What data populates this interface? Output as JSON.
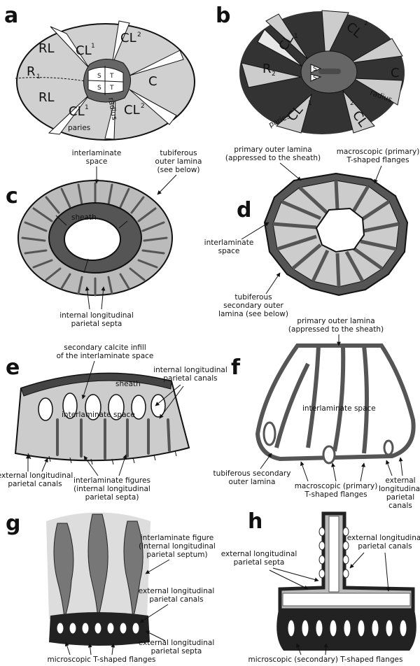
{
  "panels": {
    "a": {
      "letter": "a",
      "plates": [
        "CL",
        "1",
        "CL",
        "2",
        "RL",
        "R",
        "1",
        "RL",
        "C",
        "CL",
        "1",
        "CL",
        "2"
      ],
      "s1": "S",
      "s2": "S",
      "t1": "T",
      "t2": "T",
      "radius": "radius",
      "paries": "paries"
    },
    "b": {
      "letter": "b",
      "cl1": "CL",
      "cl1s": "1",
      "cl2": "CL",
      "cl2s": "2",
      "r2": "R",
      "r2s": "2",
      "c": "C",
      "radius": "radius",
      "cl1b": "CL",
      "cl1bs": "1",
      "cl2b": "CL",
      "cl2bs": "2",
      "paries": "paries",
      "s1": "S",
      "s2": "S"
    },
    "c": {
      "letter": "c",
      "sheath": "sheath",
      "interlaminate": [
        "interlaminate",
        "space"
      ],
      "tubiferous": [
        "tubiferous",
        "outer lamina",
        "(see below)"
      ],
      "septa": [
        "internal longitudinal",
        "parietal septa"
      ]
    },
    "d": {
      "letter": "d",
      "primary": [
        "primary outer lamina",
        "(appressed to the sheath)"
      ],
      "flanges": [
        "macroscopic (primary)",
        "T-shaped flanges"
      ],
      "interlaminate": [
        "interlaminate",
        "space"
      ],
      "tubiferous": [
        "tubiferous",
        "secondary outer",
        "lamina (see below)"
      ]
    },
    "e": {
      "letter": "e",
      "infill": [
        "secondary calcite infill",
        "of the interlaminate space"
      ],
      "canals": [
        "internal longitudinal",
        "parietal canals"
      ],
      "sheath": "sheath",
      "space": "interlaminate space",
      "external": [
        "external longitudinal",
        "parietal canals"
      ],
      "figures": [
        "interlaminate figures",
        "(internal longitudinal",
        "parietal septa)"
      ]
    },
    "f": {
      "letter": "f",
      "primary": [
        "primary outer lamina",
        "(appressed to the sheath)"
      ],
      "space": "interlaminate space",
      "tubiferous": [
        "tubiferous secondary",
        "outer lamina"
      ],
      "flanges": [
        "macroscopic (primary)",
        "T-shaped flanges"
      ],
      "external": [
        "external",
        "longitudinal",
        "parietal",
        "canals"
      ]
    },
    "g": {
      "letter": "g",
      "figure": [
        "interlaminate figure",
        "(internal longitudinal",
        "parietal septum)"
      ],
      "canals": [
        "external longitudinal",
        "parietal canals"
      ],
      "septa": [
        "external longitudinal",
        "parietal septa"
      ],
      "flanges": "microscopic T-shaped flanges"
    },
    "h": {
      "letter": "h",
      "septa": [
        "external longitudinal",
        "parietal septa"
      ],
      "canals": [
        "external longitudinal",
        "parietal canals"
      ],
      "flanges": "microscopic (secondary) T-shaped flanges"
    }
  }
}
